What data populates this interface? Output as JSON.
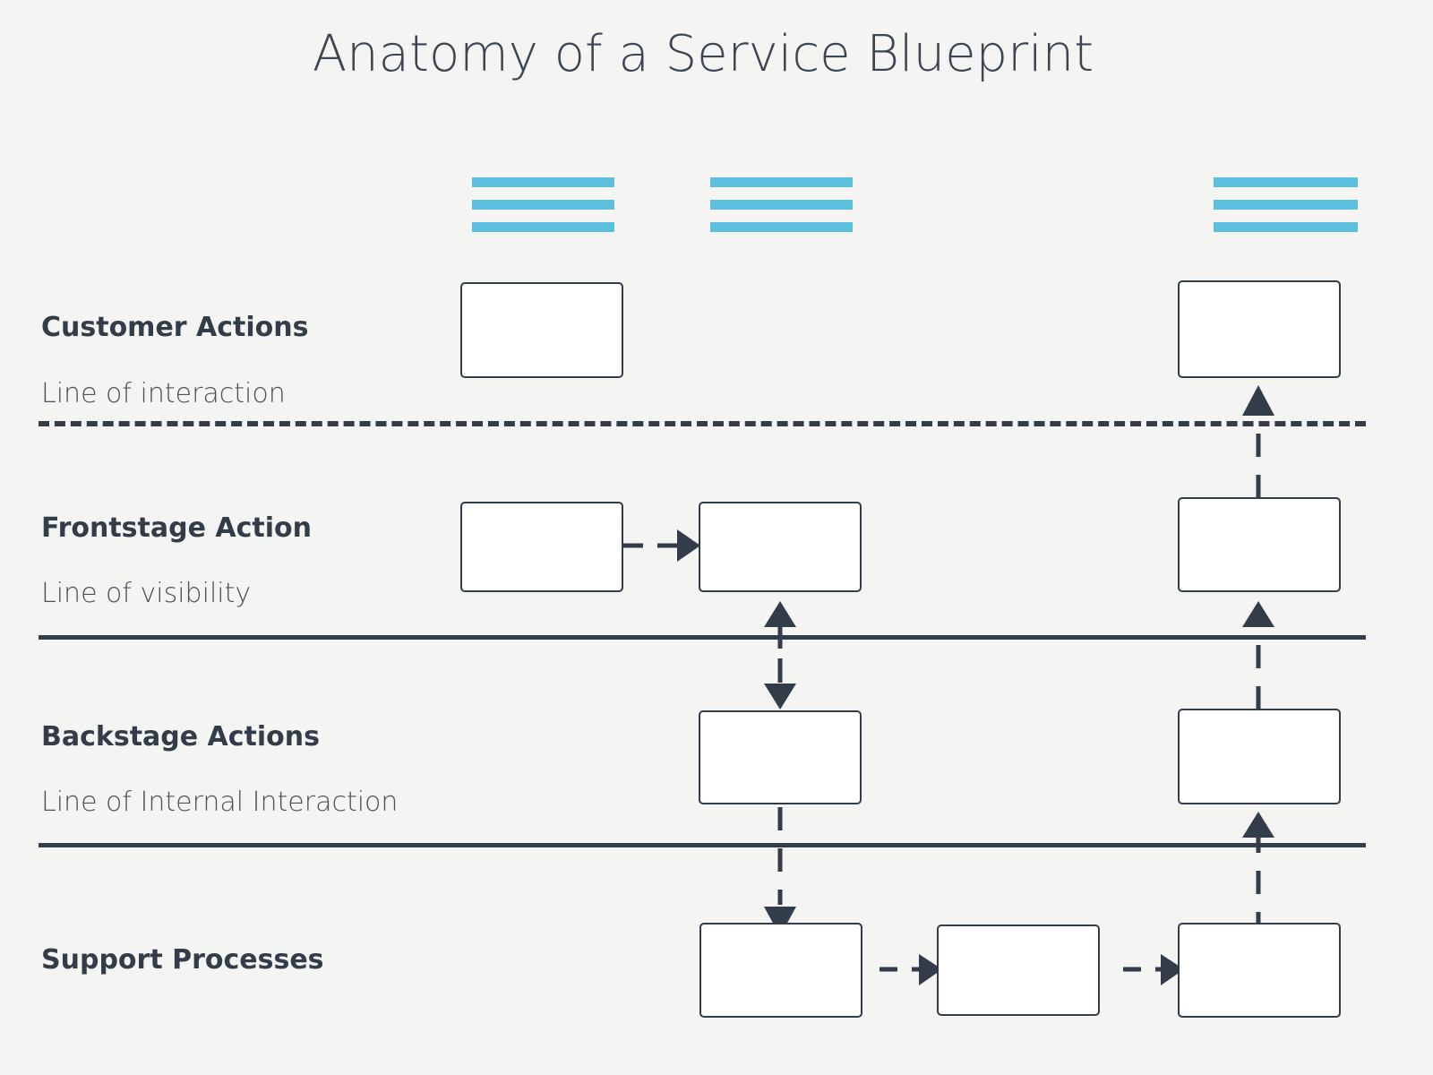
{
  "page": {
    "title": "Anatomy of a Service Blueprint",
    "background_color": "#f4f4f3",
    "ink_color": "#333c49",
    "accent_color": "#5bbfdd"
  },
  "chart_data": {
    "type": "diagram",
    "diagram_kind": "service-blueprint",
    "title": "Anatomy of a Service Blueprint",
    "swimlanes": [
      {
        "id": "customer-actions",
        "label": "Customer Actions",
        "boundary_below": {
          "label": "Line of interaction",
          "style": "dashed"
        }
      },
      {
        "id": "frontstage-action",
        "label": "Frontstage Action",
        "boundary_below": {
          "label": "Line of visibility",
          "style": "solid"
        }
      },
      {
        "id": "backstage-actions",
        "label": "Backstage Actions",
        "boundary_below": {
          "label": "Line of Internal Interaction",
          "style": "solid"
        }
      },
      {
        "id": "support-processes",
        "label": "Support Processes",
        "boundary_below": null
      }
    ],
    "columns": [
      "col-1",
      "col-2",
      "col-3"
    ],
    "nodes": [
      {
        "id": "cust-1",
        "lane": "customer-actions",
        "column": "col-1",
        "label": ""
      },
      {
        "id": "cust-3",
        "lane": "customer-actions",
        "column": "col-3",
        "label": ""
      },
      {
        "id": "front-1",
        "lane": "frontstage-action",
        "column": "col-1",
        "label": ""
      },
      {
        "id": "front-2",
        "lane": "frontstage-action",
        "column": "col-2",
        "label": ""
      },
      {
        "id": "front-3",
        "lane": "frontstage-action",
        "column": "col-3",
        "label": ""
      },
      {
        "id": "back-2",
        "lane": "backstage-actions",
        "column": "col-2",
        "label": ""
      },
      {
        "id": "back-3",
        "lane": "backstage-actions",
        "column": "col-3",
        "label": ""
      },
      {
        "id": "support-1",
        "lane": "support-processes",
        "column": "col-2",
        "label": ""
      },
      {
        "id": "support-2",
        "lane": "support-processes",
        "column": "col-2b",
        "label": ""
      },
      {
        "id": "support-3",
        "lane": "support-processes",
        "column": "col-3",
        "label": ""
      }
    ],
    "edges": [
      {
        "from": "front-1",
        "to": "front-2",
        "direction": "right",
        "style": "dashed"
      },
      {
        "from": "front-2",
        "to": "back-2",
        "direction": "both",
        "style": "dashed"
      },
      {
        "from": "back-2",
        "to": "support-1",
        "direction": "down",
        "style": "dashed"
      },
      {
        "from": "support-1",
        "to": "support-2",
        "direction": "right",
        "style": "dashed"
      },
      {
        "from": "support-2",
        "to": "support-3",
        "direction": "right",
        "style": "dashed"
      },
      {
        "from": "support-3",
        "to": "back-3",
        "direction": "up",
        "style": "dashed"
      },
      {
        "from": "back-3",
        "to": "front-3",
        "direction": "up",
        "style": "dashed"
      },
      {
        "from": "front-3",
        "to": "cust-3",
        "direction": "up",
        "style": "dashed"
      }
    ],
    "header_markers": [
      {
        "id": "marker-1",
        "column": "col-1",
        "bars": 3,
        "color": "#5bbfdd"
      },
      {
        "id": "marker-2",
        "column": "col-2",
        "bars": 3,
        "color": "#5bbfdd"
      },
      {
        "id": "marker-3",
        "column": "col-3",
        "bars": 3,
        "color": "#5bbfdd"
      }
    ]
  },
  "lanes": {
    "customer": {
      "label": "Customer Actions"
    },
    "frontstage": {
      "label": "Frontstage Action"
    },
    "backstage": {
      "label": "Backstage Actions"
    },
    "support": {
      "label": "Support Processes"
    }
  },
  "boundaries": {
    "interaction": {
      "label": "Line of interaction"
    },
    "visibility": {
      "label": "Line of visibility"
    },
    "internal": {
      "label": "Line of Internal Interaction"
    }
  }
}
